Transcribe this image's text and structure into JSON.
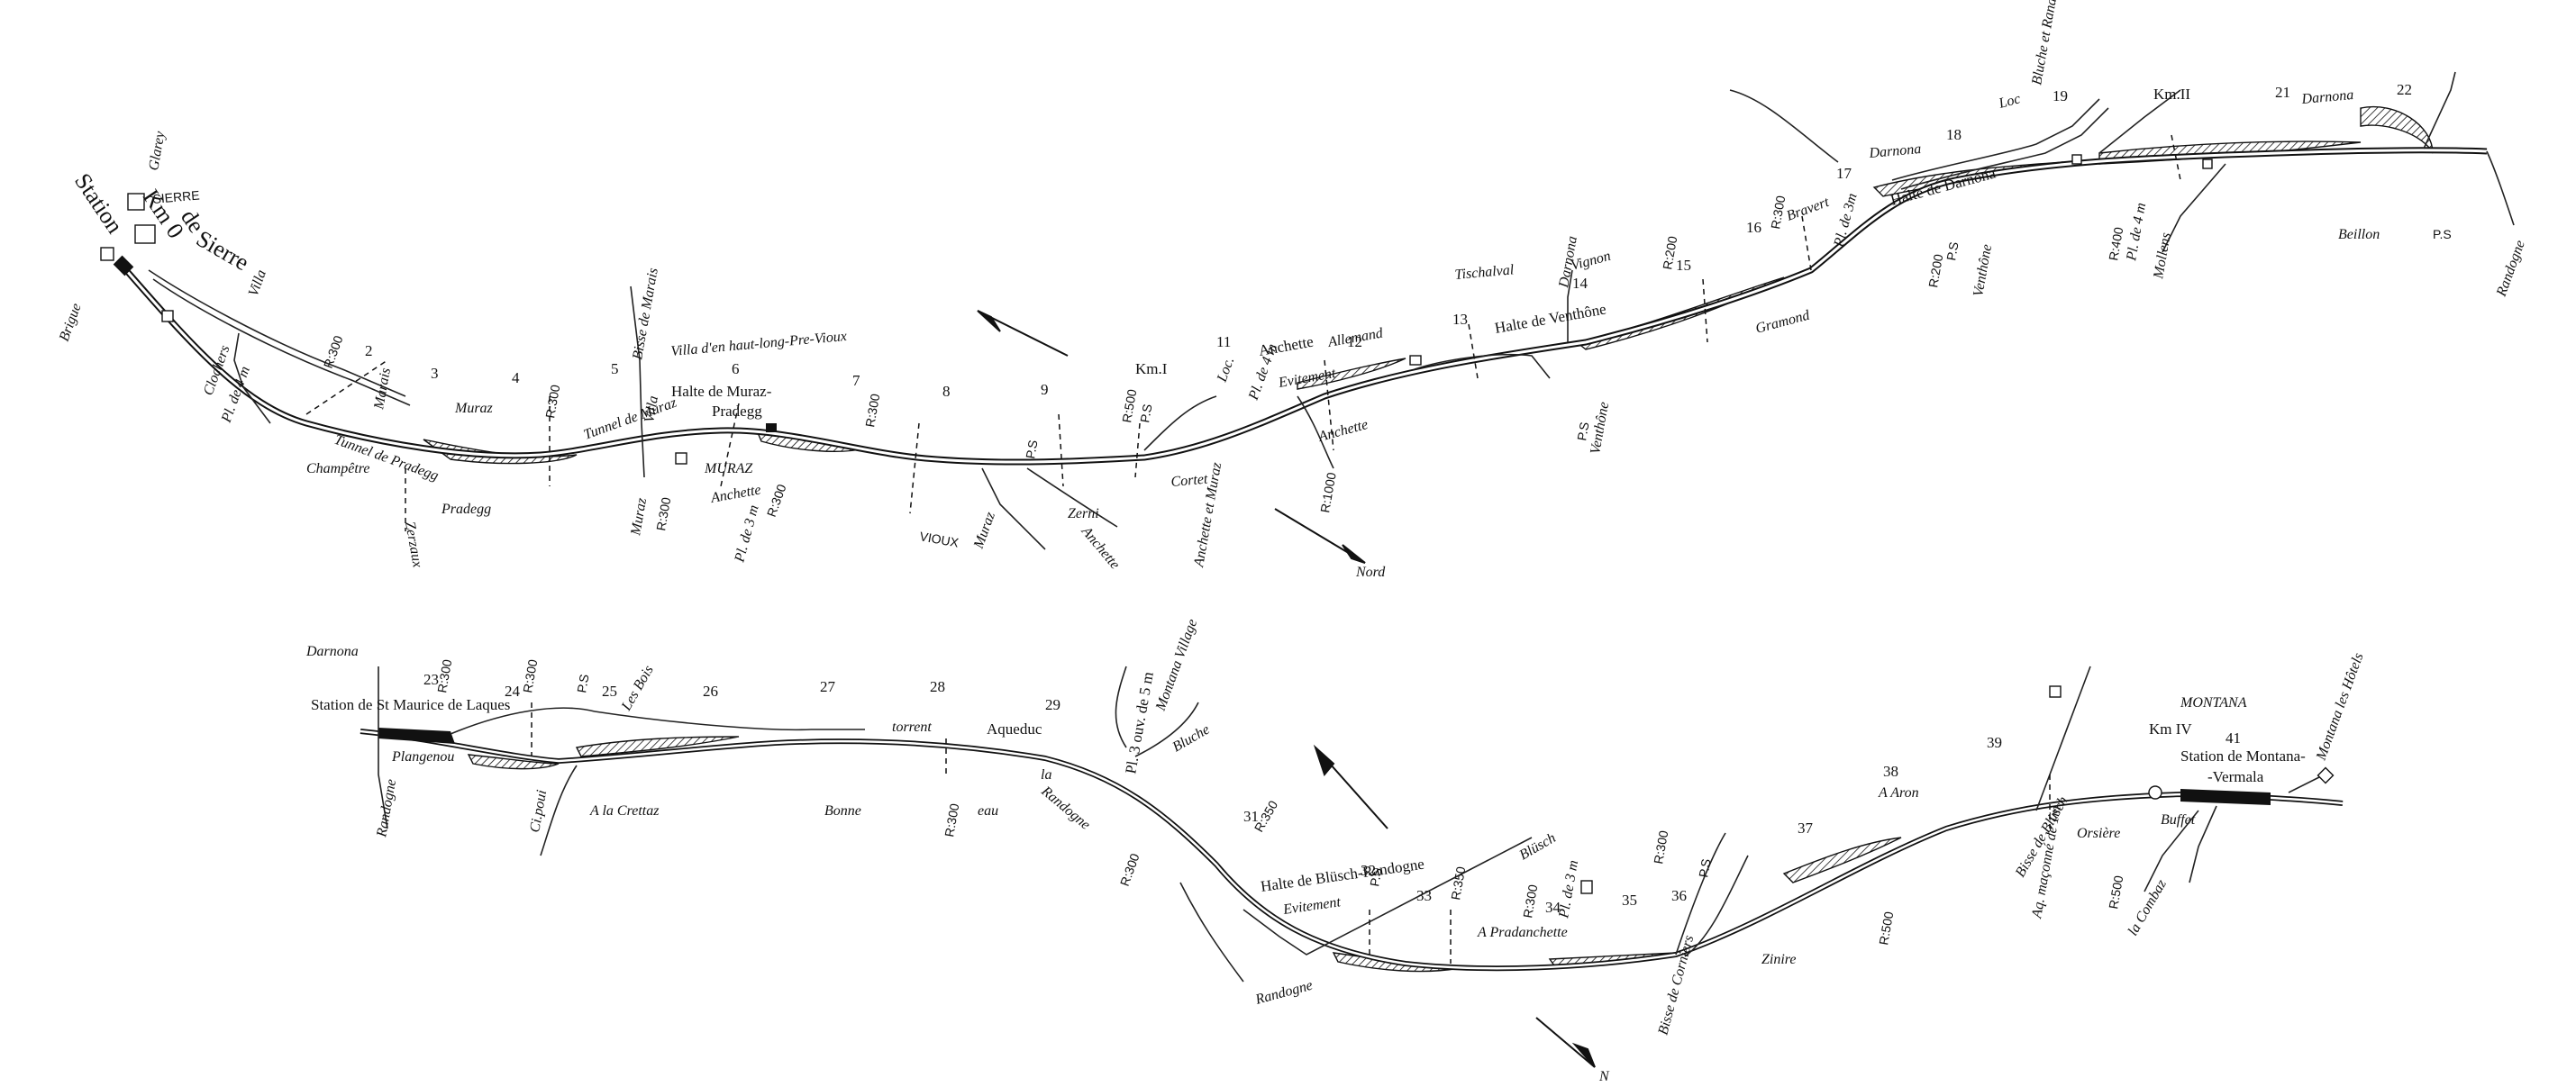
{
  "upper": {
    "station_sierre_1": "Station",
    "station_sierre_2": "de",
    "station_sierre_3": "Sierre",
    "km0": "Km 0",
    "sierre_caps": "SIERRE",
    "glarey": "Glarey",
    "villa": "Villa",
    "brigue": "Brigue",
    "clochers": "Clochers",
    "pl_4m_a": "Pl. de 4 m",
    "r300_a": "R:300",
    "marais": "Marais",
    "tunnel_pradegg": "Tunnel de Pradegg",
    "champetre": "Champêtre",
    "pradegg": "Pradegg",
    "zerzaux": "Zerzaux",
    "muraz_a": "Muraz",
    "r300_b": "R:300",
    "tunnel_muraz": "Tunnel de Muraz",
    "muraz_caps": "MURAZ",
    "villa_muraz": "Villa",
    "muraz_b": "Muraz",
    "r300_c": "R:300",
    "anchette_a": "Anchette",
    "pl_3m_a": "Pl. de 3 m",
    "r300_d": "R:300",
    "villa_road": "Villa d'en haut-long-Pre-Vioux",
    "bisse": "Bisse de Marais",
    "halte_muraz": "Halte de Muraz-",
    "pradegg_2": "Pradegg",
    "r300_e": "R:300",
    "vioux": "VIOUX",
    "ps_a": "P.S",
    "muraz_c": "Muraz",
    "anchette_b": "Anchette",
    "zerni": "Zerni",
    "r500": "R:500",
    "ps_b": "P.S",
    "km1": "Km.I",
    "loc": "Loc.",
    "pl_4m_b": "Pl. de 4 m",
    "anchette_c": "Anchette",
    "allemand": "Allemand",
    "evitement_a": "Evitement",
    "cortet": "Cortet",
    "anchette_muraz": "Anchette et Muraz",
    "anchette_d": "Anchette",
    "r1000": "R:1000",
    "nord": "Nord",
    "tischalval": "Tischalval",
    "halte_venthone": "Halte de Venthône",
    "darnona_a": "Darnona",
    "vignon": "Vignon",
    "ps_c": "P.S",
    "venthone": "Venthône",
    "r200": "R:200",
    "bravert": "Bravert",
    "r300_f": "R:300",
    "pl_3m_b": "Pl. de 3m",
    "gramond": "Gramond",
    "darnona_b": "Darnona",
    "halte_darnona": "Halte de Darnona",
    "r200_b": "R:200",
    "ps_d": "P.S",
    "venthone_b": "Venthône",
    "loc_b": "Loc",
    "bluche": "Bluche et Randogne",
    "kmII": "Km.II",
    "darnona_c": "Darnona",
    "r400": "R:400",
    "pl_4m_c": "Pl. de 4 m",
    "mollens": "Mollens",
    "beillon": "Beillon",
    "ps_e": "P.S",
    "randogne_a": "Randogne",
    "km_numbers": [
      "2",
      "3",
      "4",
      "5",
      "6",
      "7",
      "8",
      "9",
      "11",
      "12",
      "13",
      "14",
      "15",
      "16",
      "17",
      "18",
      "19",
      "21",
      "22"
    ]
  },
  "lower": {
    "darnona": "Darnona",
    "station_st_maurice": "Station de St Maurice de Laques",
    "r300_a": "R:300",
    "r300_b": "R:300",
    "ps_a": "P.S",
    "les_bois": "Les Bois",
    "plangenou": "Plangenou",
    "randogne_a": "Randogne",
    "cipoui": "Ci.poui",
    "crettaz": "A la Crettaz",
    "torrent": "torrent",
    "aqueduc": "Aqueduc",
    "bonne": "Bonne",
    "eau": "eau",
    "r300_c": "R:300",
    "randogne_b": "Randogne",
    "pl_3ouv": "Pl. 3 ouv. de 5 m",
    "montana_village": "Montana Village",
    "bluche": "Bluche",
    "la": "la",
    "r350_a": "R:350",
    "r300_d": "R:300",
    "halte_bluche": "Halte de Blüsch-Randogne",
    "evitement": "Evitement",
    "ps_b": "P.S",
    "r350_b": "R:350",
    "randogne_c": "Randogne",
    "bluche_b": "Blüsch",
    "r300_e": "R:300",
    "pl_3m": "Pl. de 3 m",
    "pradanchette": "A Pradanchette",
    "n": "N",
    "r300_f": "R:300",
    "ps_c": "P.S",
    "bisse": "Bisse de Corniers",
    "zinire": "Zinire",
    "r500": "R:500",
    "aron": "A  Aron",
    "bisse_bluche": "Bisse de Blüsch",
    "aq": "Aq. maçonné de 1m",
    "r500_b": "R:500",
    "orsiere": "Orsière",
    "la_combaz": "la Combaz",
    "buffet": "Buffet",
    "montana_caps": "MONTANA",
    "km4": "Km IV",
    "station_montana_1": "Station de Montana-",
    "station_montana_2": "-Vermala",
    "montana_hotels": "Montana les Hôtels",
    "km_numbers": [
      "23",
      "24",
      "25",
      "26",
      "27",
      "28",
      "29",
      "31",
      "32",
      "33",
      "34",
      "35",
      "36",
      "37",
      "38",
      "39",
      "41"
    ]
  }
}
